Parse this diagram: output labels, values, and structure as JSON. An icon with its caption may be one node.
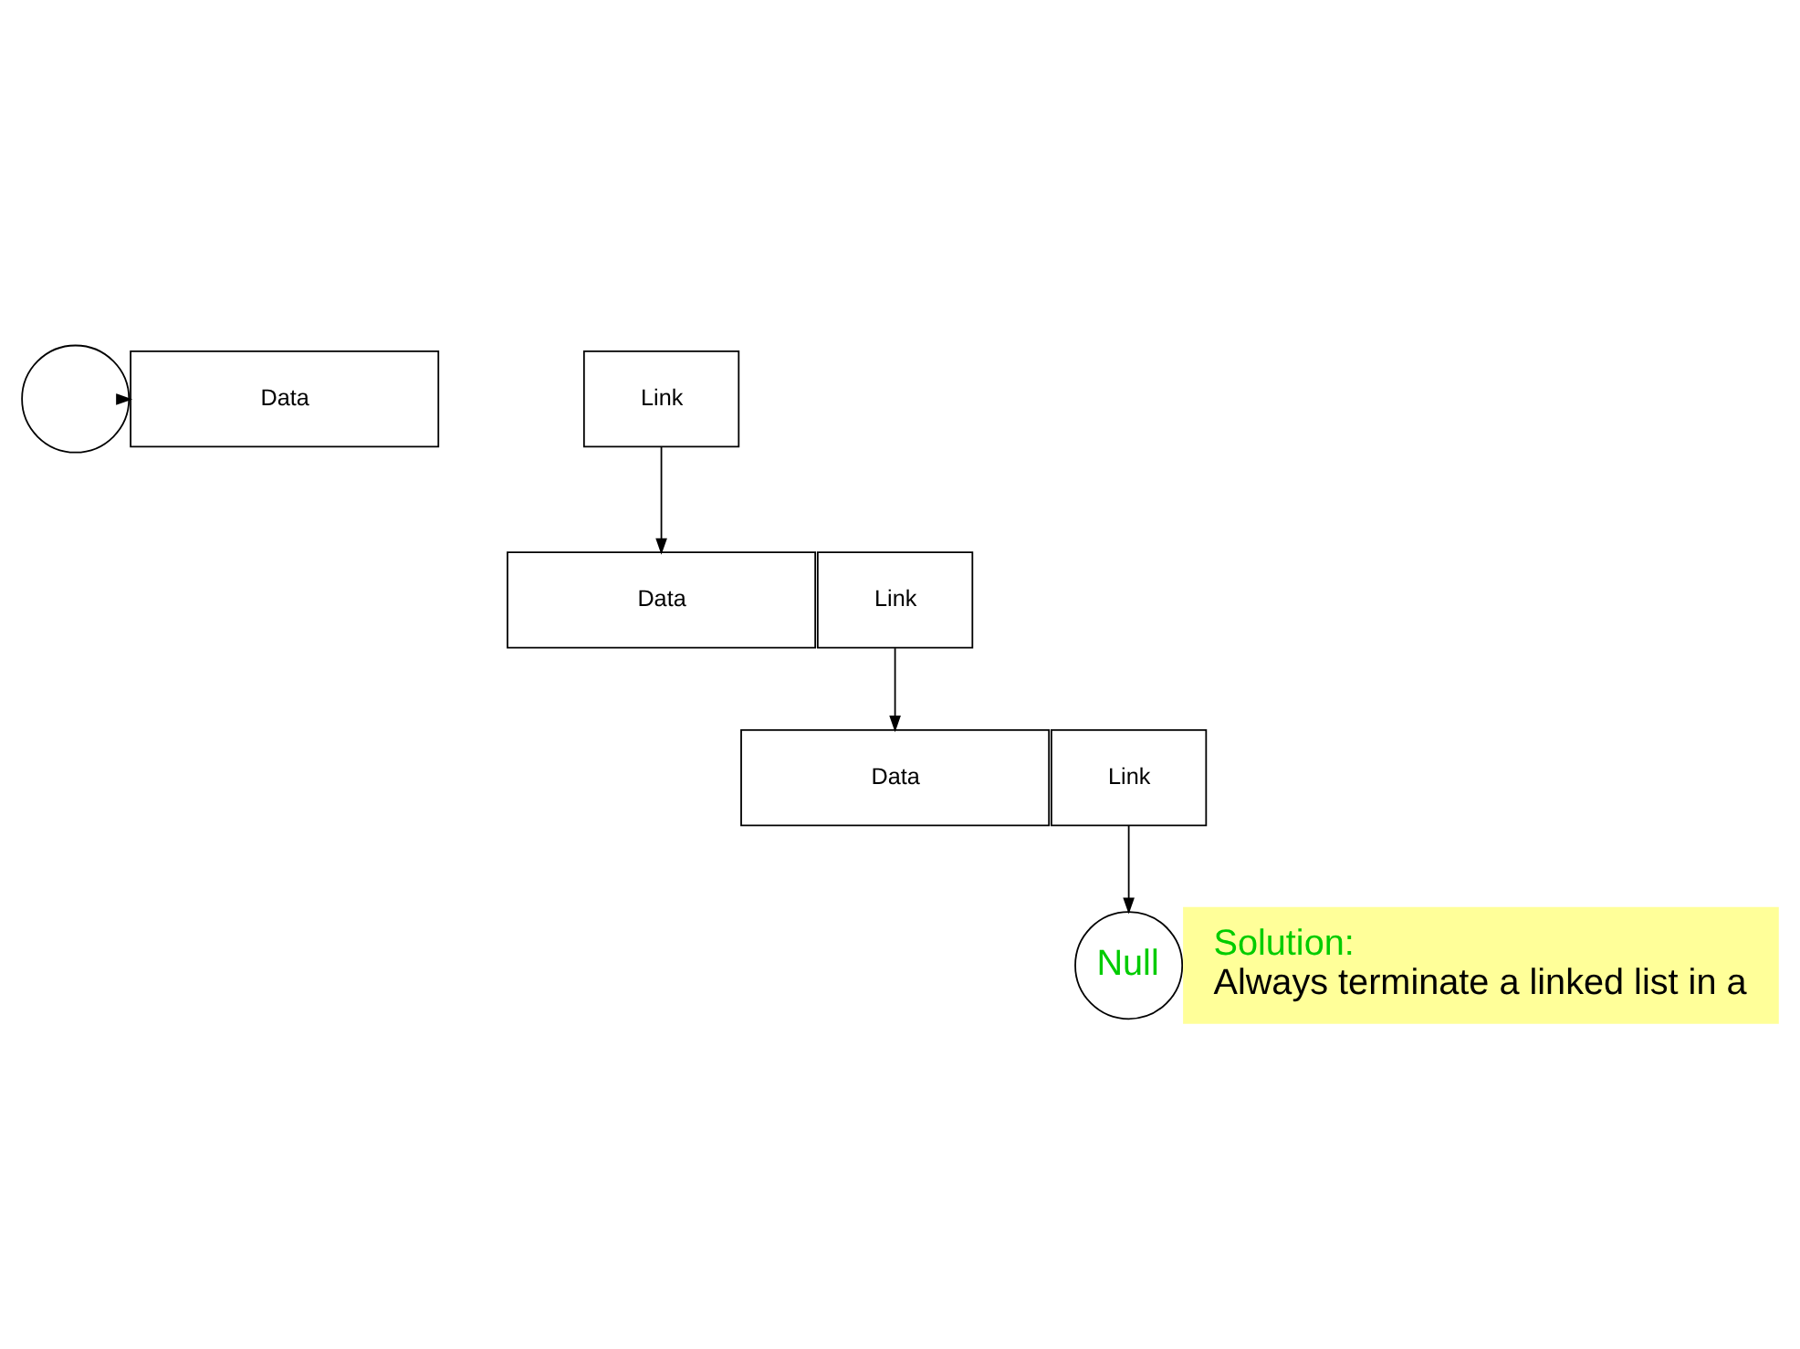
{
  "diagram": {
    "nodes": [
      {
        "text": [],
        "shape": "circle"
      },
      {
        "text": [
          "Data"
        ]
      },
      {
        "text": [
          "Link"
        ]
      },
      {
        "text": [
          "Data"
        ]
      },
      {
        "text": [
          "Link"
        ]
      },
      {
        "text": [
          "Data"
        ]
      },
      {
        "text": [
          "Link"
        ]
      },
      {
        "text": [
          "Null"
        ]
      },
      {
        "text": [
          "Solution:",
          "Always terminate a linked list in a"
        ]
      }
    ],
    "edges": [
      {
        "from": 0,
        "to": 1,
        "arrow": "to"
      },
      {
        "from": 2,
        "to": 3,
        "arrow": "to"
      },
      {
        "from": 4,
        "to": 5,
        "arrow": "to"
      },
      {
        "from": 6,
        "to": 7,
        "arrow": "to"
      }
    ]
  }
}
